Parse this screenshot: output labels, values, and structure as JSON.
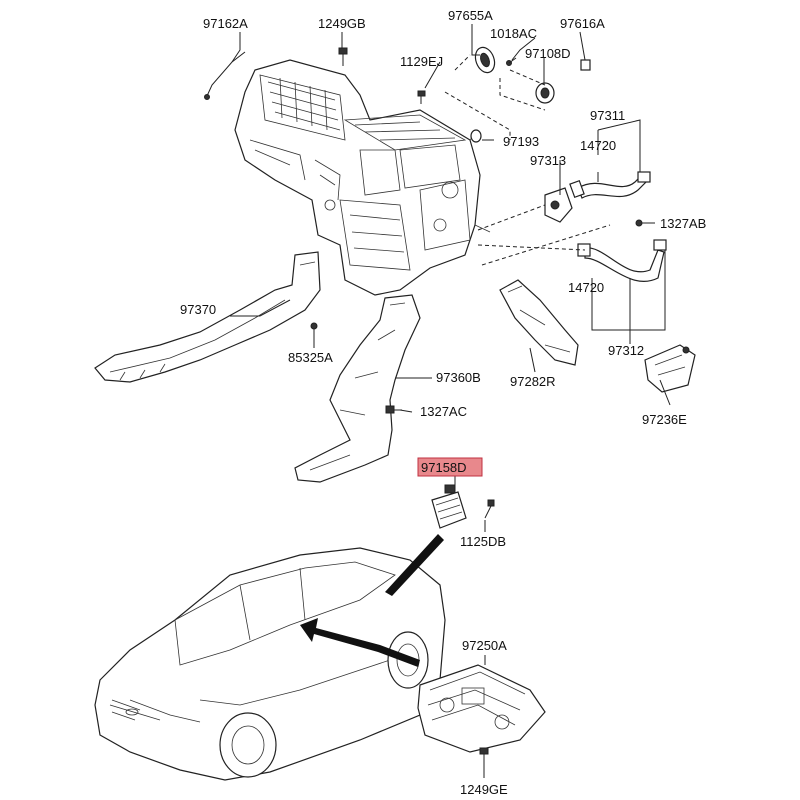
{
  "parts": {
    "p97162A": "97162A",
    "p1249GB": "1249GB",
    "p97655A": "97655A",
    "p1018AC": "1018AC",
    "p97616A": "97616A",
    "p1129EJ": "1129EJ",
    "p97108D": "97108D",
    "p97311": "97311",
    "p97193": "97193",
    "p14720a": "14720",
    "p97313": "97313",
    "p1327ABa": "1327AB",
    "p14720b": "14720",
    "p97312": "97312",
    "p97370": "97370",
    "p85325A": "85325A",
    "p97360B": "97360B",
    "p97282R": "97282R",
    "p1327AC": "1327AC",
    "p97236E": "97236E",
    "p97158D": "97158D",
    "p1125DB": "1125DB",
    "p97250A": "97250A",
    "p1249GE": "1249GE"
  },
  "colors": {
    "highlight_fill": "#e8888c",
    "highlight_stroke": "#c03040",
    "line": "#222222"
  }
}
